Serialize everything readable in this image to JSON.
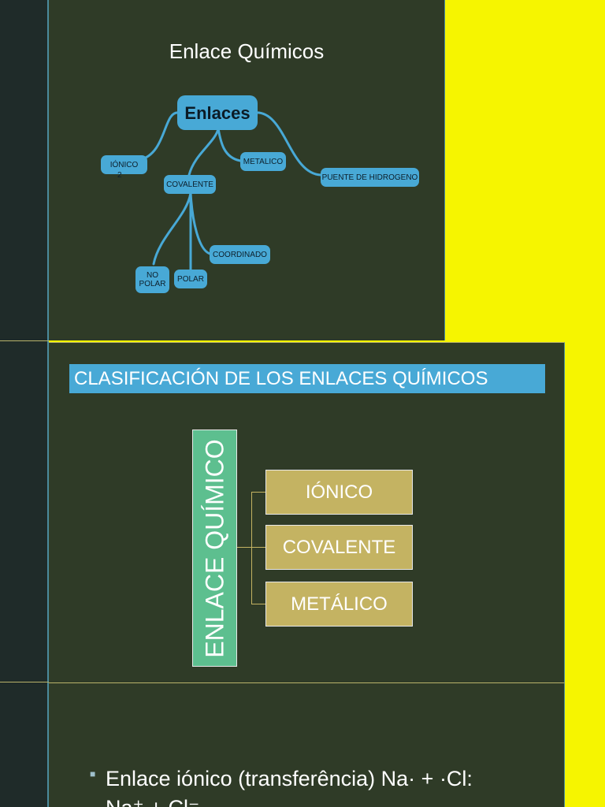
{
  "slide1": {
    "title": "Enlace  Químicos",
    "mindmap": {
      "root": "Enlaces",
      "ionico": "IÓNICO",
      "ionico_sub": "2",
      "covalente": "COVALENTE",
      "metalico": "METALICO",
      "puente": "PUENTE DE HIDROGENO",
      "coordinado": "COORDINADO",
      "no_polar": "NO POLAR",
      "polar": "POLAR"
    }
  },
  "slide2": {
    "band_title": "CLASIFICACIÓN DE LOS ENLACES QUÍMICOS",
    "vertical_label": "ENLACE QUÍMICO",
    "items": [
      "IÓNICO",
      "COVALENTE",
      "METÁLICO"
    ]
  },
  "slide3": {
    "bullet_line1": "Enlace iónico (transferência) Na· + ·Cl:",
    "bullet_line2": "Na⁺ + Cl⁻"
  },
  "colors": {
    "slide_bg": "#2f3b27",
    "accent_yellow": "#f6f500",
    "node_blue": "#48a9d6",
    "vertical_green": "#5dbf8f",
    "gold": "#c4b362"
  }
}
